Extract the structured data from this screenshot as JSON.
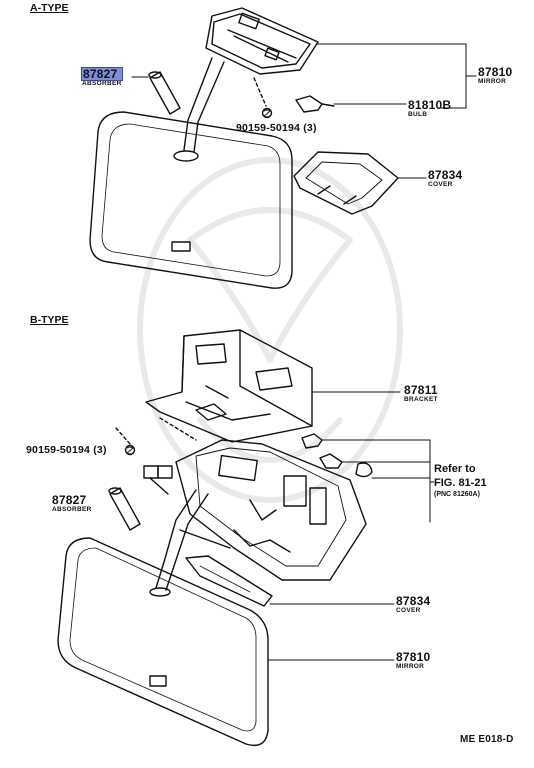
{
  "diagram": {
    "section_a": "A-TYPE",
    "section_b": "B-TYPE",
    "a_parts": {
      "absorber": {
        "number": "87827",
        "name": "ABSORBER",
        "highlighted": true
      },
      "mirror_group": {
        "number": "87810",
        "name": "MIRROR"
      },
      "bulb": {
        "number": "81810B",
        "name": "BULB"
      },
      "screw": {
        "number": "90159-50194 (3)"
      },
      "cover": {
        "number": "87834",
        "name": "COVER"
      }
    },
    "b_parts": {
      "bracket": {
        "number": "87811",
        "name": "BRACKET"
      },
      "screw": {
        "number": "90159-50194 (3)"
      },
      "absorber": {
        "number": "87827",
        "name": "ABSORBER"
      },
      "cover": {
        "number": "87834",
        "name": "COVER"
      },
      "mirror": {
        "number": "87810",
        "name": "MIRROR"
      },
      "refer_line1": "Refer to",
      "refer_line2": "FIG. 81-21",
      "refer_line3": "(PNC 81260A)"
    },
    "footer_code": "ME E018-D",
    "highlight_color": "#7d8fd9"
  }
}
